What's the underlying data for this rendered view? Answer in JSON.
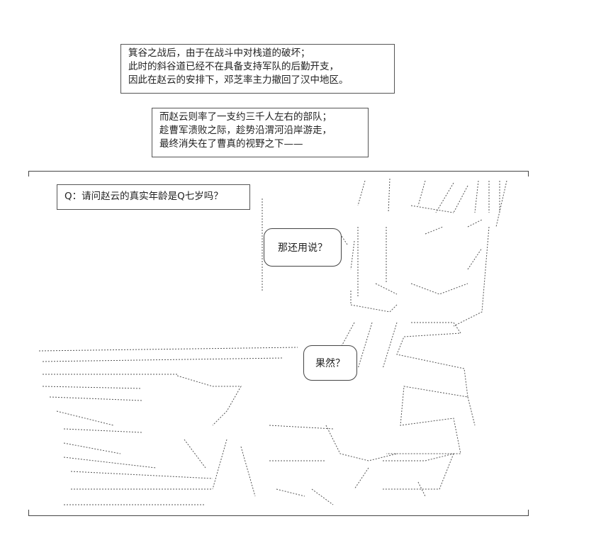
{
  "narration_box_1": {
    "lines": [
      "箕谷之战后，由于在战斗中对栈道的破坏；",
      "此时的斜谷道已经不在具备支持军队的后勤开支，",
      "因此在赵云的安排下，邓芝率主力撤回了汉中地区。"
    ]
  },
  "narration_box_2": {
    "lines": [
      "而赵云则率了一支约三千人左右的部队；",
      "趁曹军溃败之际，趁势沿渭河沿岸游走，",
      "最终消失在了曹真的视野之下——"
    ]
  },
  "question_box": {
    "text": "Q：请问赵云的真实年龄是Q七岁吗？"
  },
  "speech_bubble_1": {
    "text": "那还用说？"
  },
  "speech_bubble_2": {
    "text": "果然？"
  }
}
